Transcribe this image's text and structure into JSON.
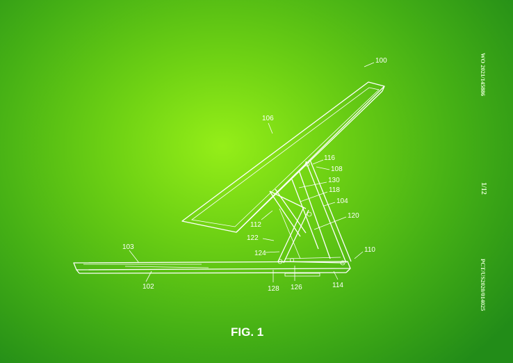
{
  "header": {
    "publication_number": "WO 2021/145886",
    "sheet": "1/12",
    "application_number": "PCT/US2020/014025"
  },
  "figure": {
    "caption": "FIG. 1"
  },
  "reference_labels": {
    "l100": "100",
    "l106": "106",
    "l116": "116",
    "l108": "108",
    "l130": "130",
    "l118": "118",
    "l104": "104",
    "l120": "120",
    "l112": "112",
    "l122": "122",
    "l124": "124",
    "l110": "110",
    "l103": "103",
    "l102": "102",
    "l128": "128",
    "l126": "126",
    "l114": "114"
  },
  "colors": {
    "background_center": "#95ee18",
    "background_edge": "#228c18",
    "lines": "#ffffff"
  }
}
